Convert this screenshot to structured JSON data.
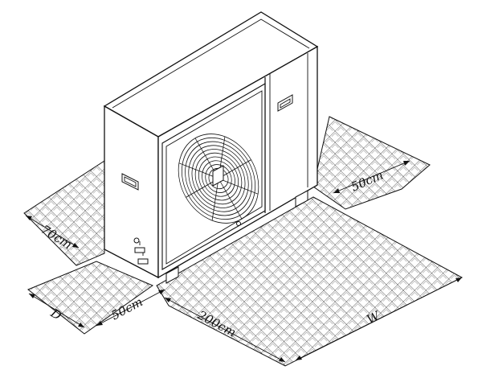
{
  "labels": {
    "left_clearance": "70cm",
    "back_clearance": "50cm",
    "front_depth": "D",
    "front_side_clearance": "50cm",
    "front_clearance": "200cm",
    "front_width": "W"
  },
  "colors": {
    "ink": "#111111",
    "paper": "#ffffff"
  }
}
